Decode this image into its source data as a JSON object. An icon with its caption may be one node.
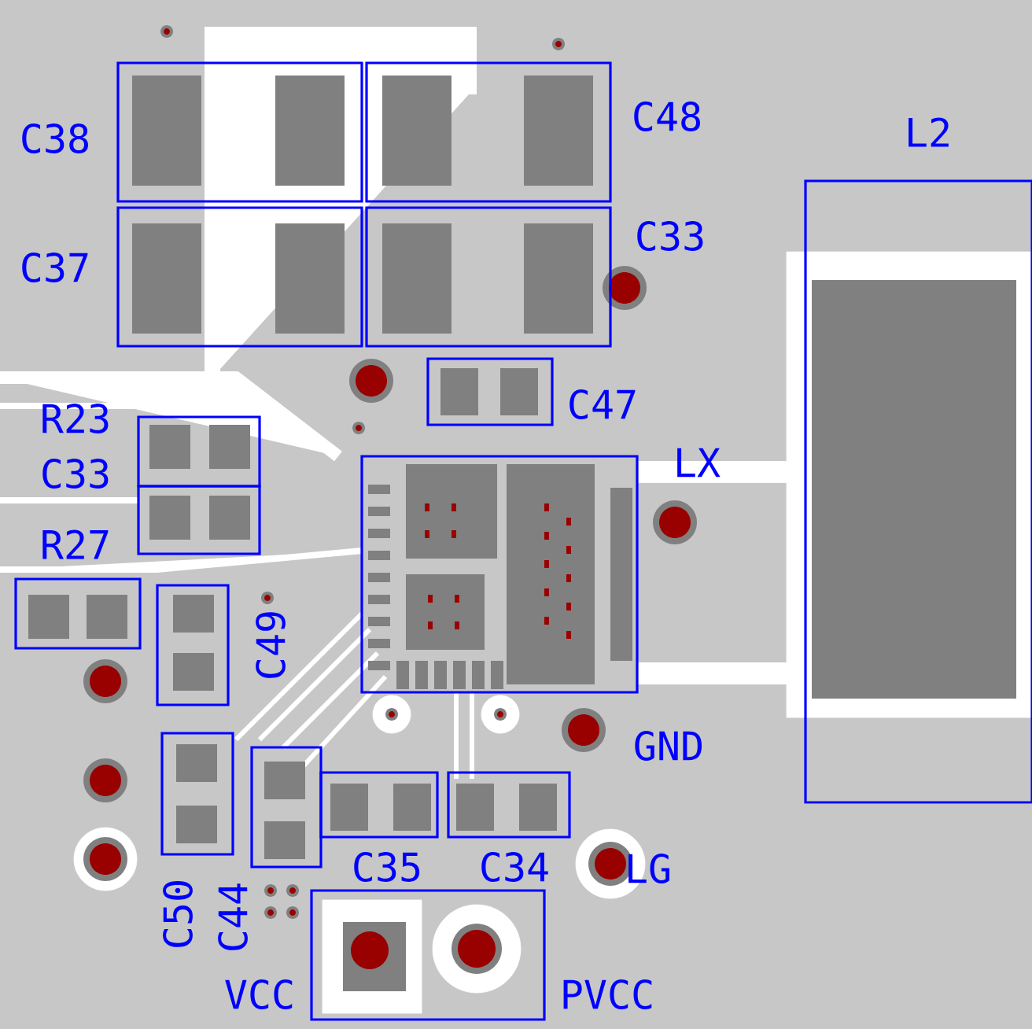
{
  "diagram": {
    "labels": [
      "C38",
      "C48",
      "L2",
      "C37",
      "C33",
      "C47",
      "R23",
      "C33",
      "R27",
      "LX",
      "C49",
      "GND",
      "C50",
      "C44",
      "C35",
      "C34",
      "LG",
      "VCC",
      "PVCC"
    ]
  }
}
